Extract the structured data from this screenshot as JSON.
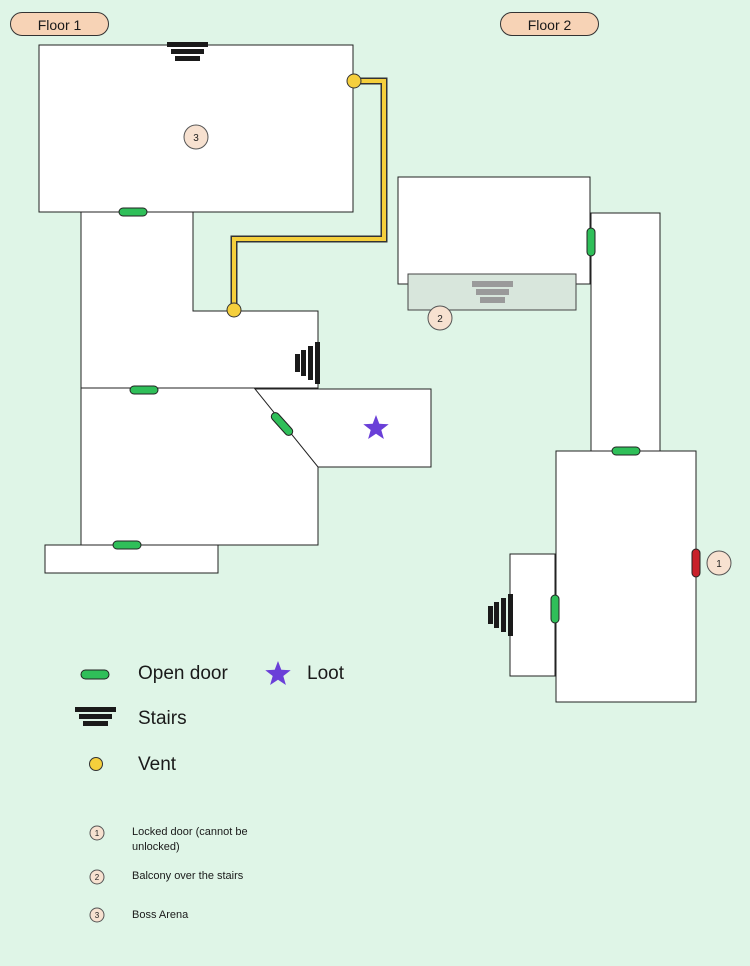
{
  "floors": {
    "floor1": "Floor 1",
    "floor2": "Floor 2"
  },
  "legend": {
    "open_door": "Open door",
    "loot": "Loot",
    "stairs": "Stairs",
    "vent": "Vent"
  },
  "notes": [
    {
      "num": "1",
      "text": "Locked door (cannot be unlocked)"
    },
    {
      "num": "2",
      "text": "Balcony over the stairs"
    },
    {
      "num": "3",
      "text": "Boss Arena"
    }
  ],
  "colors": {
    "background": "#dff5e7",
    "room_fill": "#ffffff",
    "door_open": "#2fbf59",
    "door_locked": "#c8202a",
    "vent": "#f5cf3c",
    "loot": "#6a3fd8",
    "marker_fill": "#f7e1d0",
    "label_fill": "#f7d3b6"
  }
}
